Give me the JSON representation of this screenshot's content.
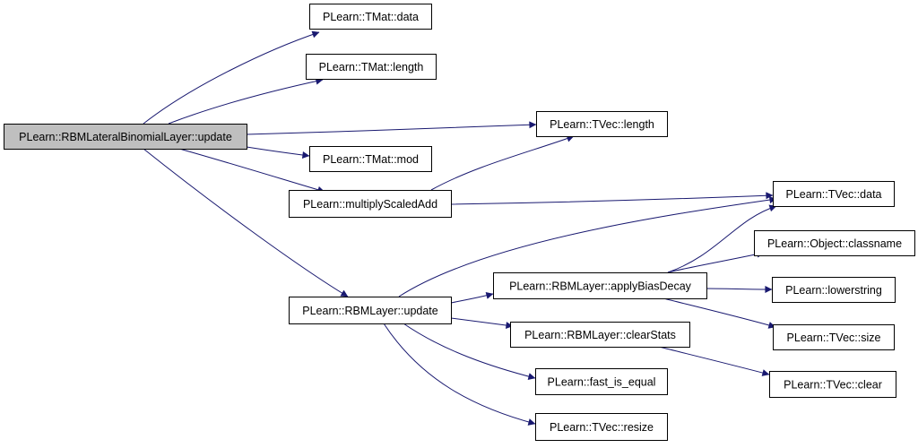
{
  "colors": {
    "edge": "#191970",
    "node_fill": "#ffffff",
    "root_fill": "#bfbfbf",
    "border": "#000000"
  },
  "nodes": [
    {
      "id": "root",
      "label": "PLearn::RBMLateralBinomialLayer::update",
      "root": true
    },
    {
      "id": "tmat_data",
      "label": "PLearn::TMat::data"
    },
    {
      "id": "tmat_length",
      "label": "PLearn::TMat::length"
    },
    {
      "id": "tvec_length",
      "label": "PLearn::TVec::length"
    },
    {
      "id": "tmat_mod",
      "label": "PLearn::TMat::mod"
    },
    {
      "id": "multiply_scaled_add",
      "label": "PLearn::multiplyScaledAdd"
    },
    {
      "id": "tvec_data",
      "label": "PLearn::TVec::data"
    },
    {
      "id": "object_classname",
      "label": "PLearn::Object::classname"
    },
    {
      "id": "rbmlayer_apply_bias_decay",
      "label": "PLearn::RBMLayer::applyBiasDecay"
    },
    {
      "id": "lowerstring",
      "label": "PLearn::lowerstring"
    },
    {
      "id": "rbmlayer_update",
      "label": "PLearn::RBMLayer::update"
    },
    {
      "id": "rbmlayer_clear_stats",
      "label": "PLearn::RBMLayer::clearStats"
    },
    {
      "id": "tvec_size",
      "label": "PLearn::TVec::size"
    },
    {
      "id": "fast_is_equal",
      "label": "PLearn::fast_is_equal"
    },
    {
      "id": "tvec_clear",
      "label": "PLearn::TVec::clear"
    },
    {
      "id": "tvec_resize",
      "label": "PLearn::TVec::resize"
    }
  ],
  "edges": [
    {
      "from": "root",
      "to": "tmat_data"
    },
    {
      "from": "root",
      "to": "tmat_length"
    },
    {
      "from": "root",
      "to": "tvec_length"
    },
    {
      "from": "root",
      "to": "tmat_mod"
    },
    {
      "from": "root",
      "to": "multiply_scaled_add"
    },
    {
      "from": "root",
      "to": "rbmlayer_update"
    },
    {
      "from": "multiply_scaled_add",
      "to": "tvec_length"
    },
    {
      "from": "multiply_scaled_add",
      "to": "tvec_data"
    },
    {
      "from": "rbmlayer_update",
      "to": "tvec_data"
    },
    {
      "from": "rbmlayer_update",
      "to": "rbmlayer_apply_bias_decay"
    },
    {
      "from": "rbmlayer_update",
      "to": "rbmlayer_clear_stats"
    },
    {
      "from": "rbmlayer_update",
      "to": "fast_is_equal"
    },
    {
      "from": "rbmlayer_update",
      "to": "tvec_resize"
    },
    {
      "from": "rbmlayer_apply_bias_decay",
      "to": "tvec_data"
    },
    {
      "from": "rbmlayer_apply_bias_decay",
      "to": "object_classname"
    },
    {
      "from": "rbmlayer_apply_bias_decay",
      "to": "lowerstring"
    },
    {
      "from": "rbmlayer_apply_bias_decay",
      "to": "tvec_size"
    },
    {
      "from": "rbmlayer_clear_stats",
      "to": "tvec_clear"
    }
  ]
}
